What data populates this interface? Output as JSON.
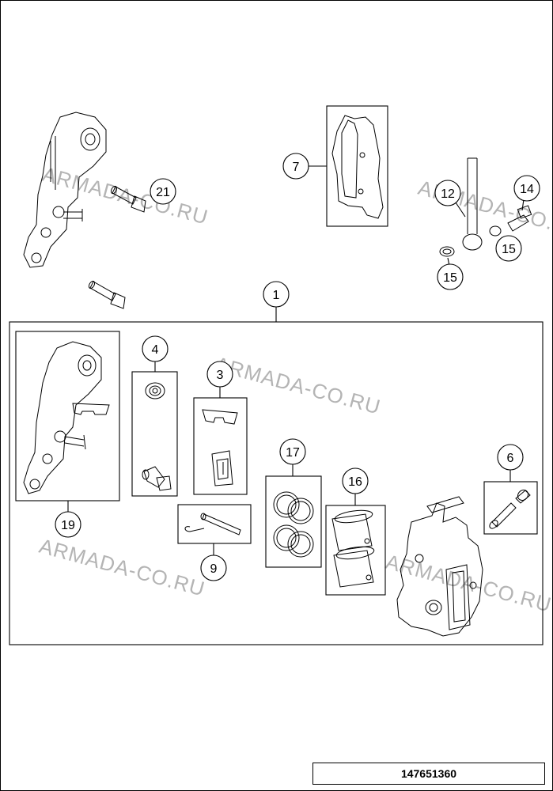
{
  "watermark": "ARMADA-CO.RU",
  "diagram_code": "147651360",
  "callouts": {
    "c1": "1",
    "c3": "3",
    "c4": "4",
    "c6": "6",
    "c7": "7",
    "c9": "9",
    "c12": "12",
    "c14": "14",
    "c15a": "15",
    "c15b": "15",
    "c16": "16",
    "c17": "17",
    "c19": "19",
    "c21": "21"
  }
}
